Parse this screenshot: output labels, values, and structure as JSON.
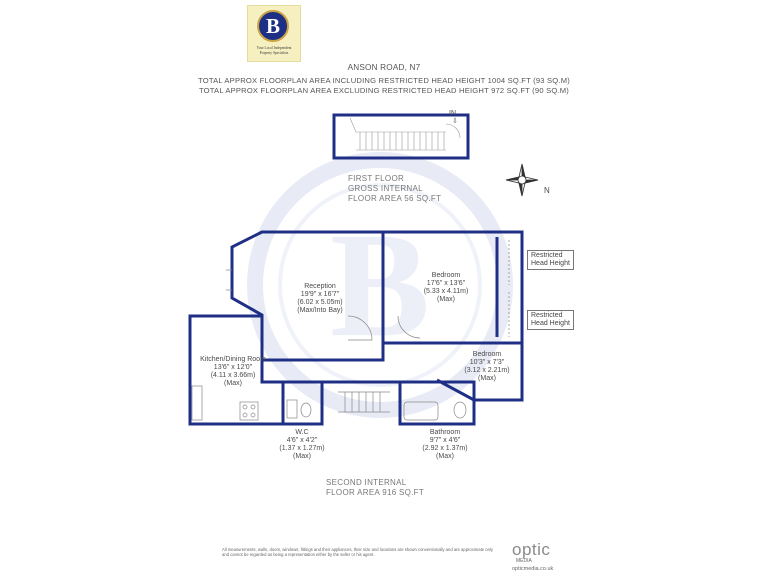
{
  "logo": {
    "letter": "B",
    "tagline_line1": "Your Local Independent",
    "tagline_line2": "Property Specialists"
  },
  "header": {
    "title": "ANSON ROAD, N7",
    "line1": "TOTAL APPROX FLOORPLAN AREA INCLUDING RESTRICTED HEAD HEIGHT 1004 SQ.FT (93 SQ.M)",
    "line2": "TOTAL APPROX FLOORPLAN AREA EXCLUDING RESTRICTED HEAD HEIGHT 972 SQ.FT (90 SQ.M)"
  },
  "entrance": "IN",
  "compass": {
    "north": "N"
  },
  "first_floor": {
    "line1": "FIRST FLOOR",
    "line2": "GROSS INTERNAL",
    "line3": "FLOOR AREA 56 SQ.FT"
  },
  "second_floor": {
    "line1": "SECOND INTERNAL",
    "line2": "FLOOR AREA 916 SQ.FT"
  },
  "rooms": {
    "reception": {
      "name": "Reception",
      "imperial": "19'9\" x 16'7\"",
      "metric": "(6.02 x 5.05m)",
      "note": "(Max/Into Bay)"
    },
    "bedroom1": {
      "name": "Bedroom",
      "imperial": "17'6\" x 13'6\"",
      "metric": "(5.33 x 4.11m)",
      "note": "(Max)"
    },
    "bedroom2": {
      "name": "Bedroom",
      "imperial": "10'3\" x 7'3\"",
      "metric": "(3.12 x 2.21m)",
      "note": "(Max)"
    },
    "kitchen": {
      "name": "Kitchen/Dining Room",
      "imperial": "13'6\" x 12'0\"",
      "metric": "(4.11 x 3.66m)",
      "note": "(Max)"
    },
    "wc": {
      "name": "W.C",
      "imperial": "4'6\" x 4'2\"",
      "metric": "(1.37 x 1.27m)",
      "note": "(Max)"
    },
    "bathroom": {
      "name": "Bathroom",
      "imperial": "9'7\" x 4'6\"",
      "metric": "(2.92 x 1.37m)",
      "note": "(Max)"
    }
  },
  "restricted": {
    "tag1_line1": "Restricted",
    "tag1_line2": "Head Height",
    "tag2_line1": "Restricted",
    "tag2_line2": "Head Height"
  },
  "footer": {
    "disclaimer": "All measurements, walls, doors, windows, fittings and their appliances, their size and locations are shown conventionally and are approximate only and cannot be regarded as being a representation either by the seller or his agent.",
    "brand": "optic",
    "brand_sub": "MEDIA",
    "url": "opticmedia.co.uk"
  },
  "colors": {
    "wall": "#1f2f86",
    "logo_bg": "#f6efc0",
    "logo_gold": "#c9a545",
    "watermark": "#d7dcf0"
  }
}
